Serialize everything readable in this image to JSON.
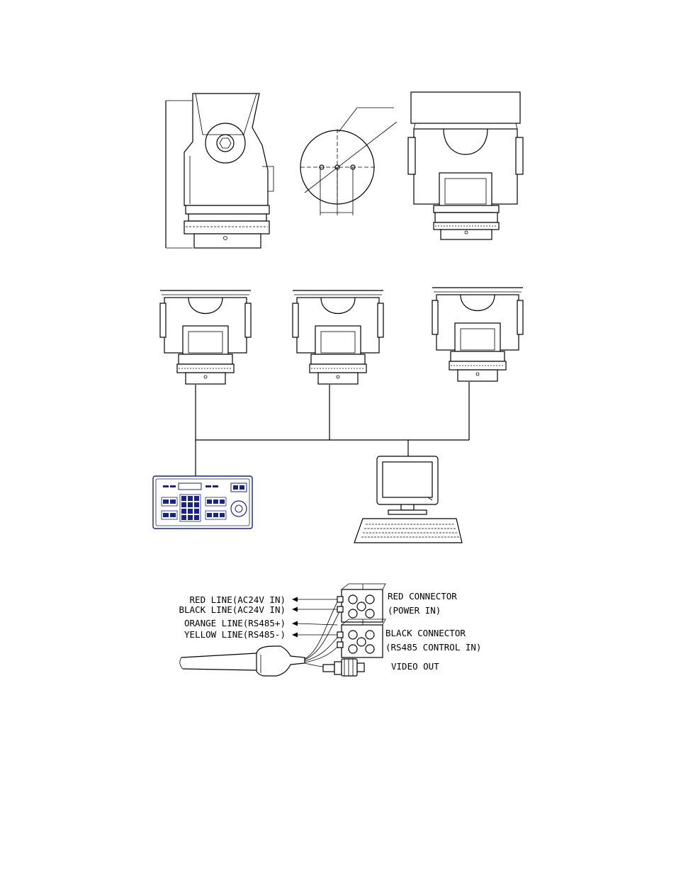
{
  "wiring": {
    "left_labels": [
      "RED LINE(AC24V IN)",
      "BLACK LINE(AC24V IN)",
      "ORANGE LINE(RS485+)",
      "YELLOW LINE(RS485-)"
    ],
    "red_connector": {
      "name": "RED CONNECTOR",
      "desc": "(POWER IN)"
    },
    "black_connector": {
      "name": "BLACK CONNECTOR",
      "desc": "(RS485 CONTROL IN)"
    },
    "video_out": "VIDEO OUT"
  },
  "colors": {
    "line": "#000000",
    "keyboard_accent": "#1a237e",
    "accent_red": "#c62828"
  }
}
